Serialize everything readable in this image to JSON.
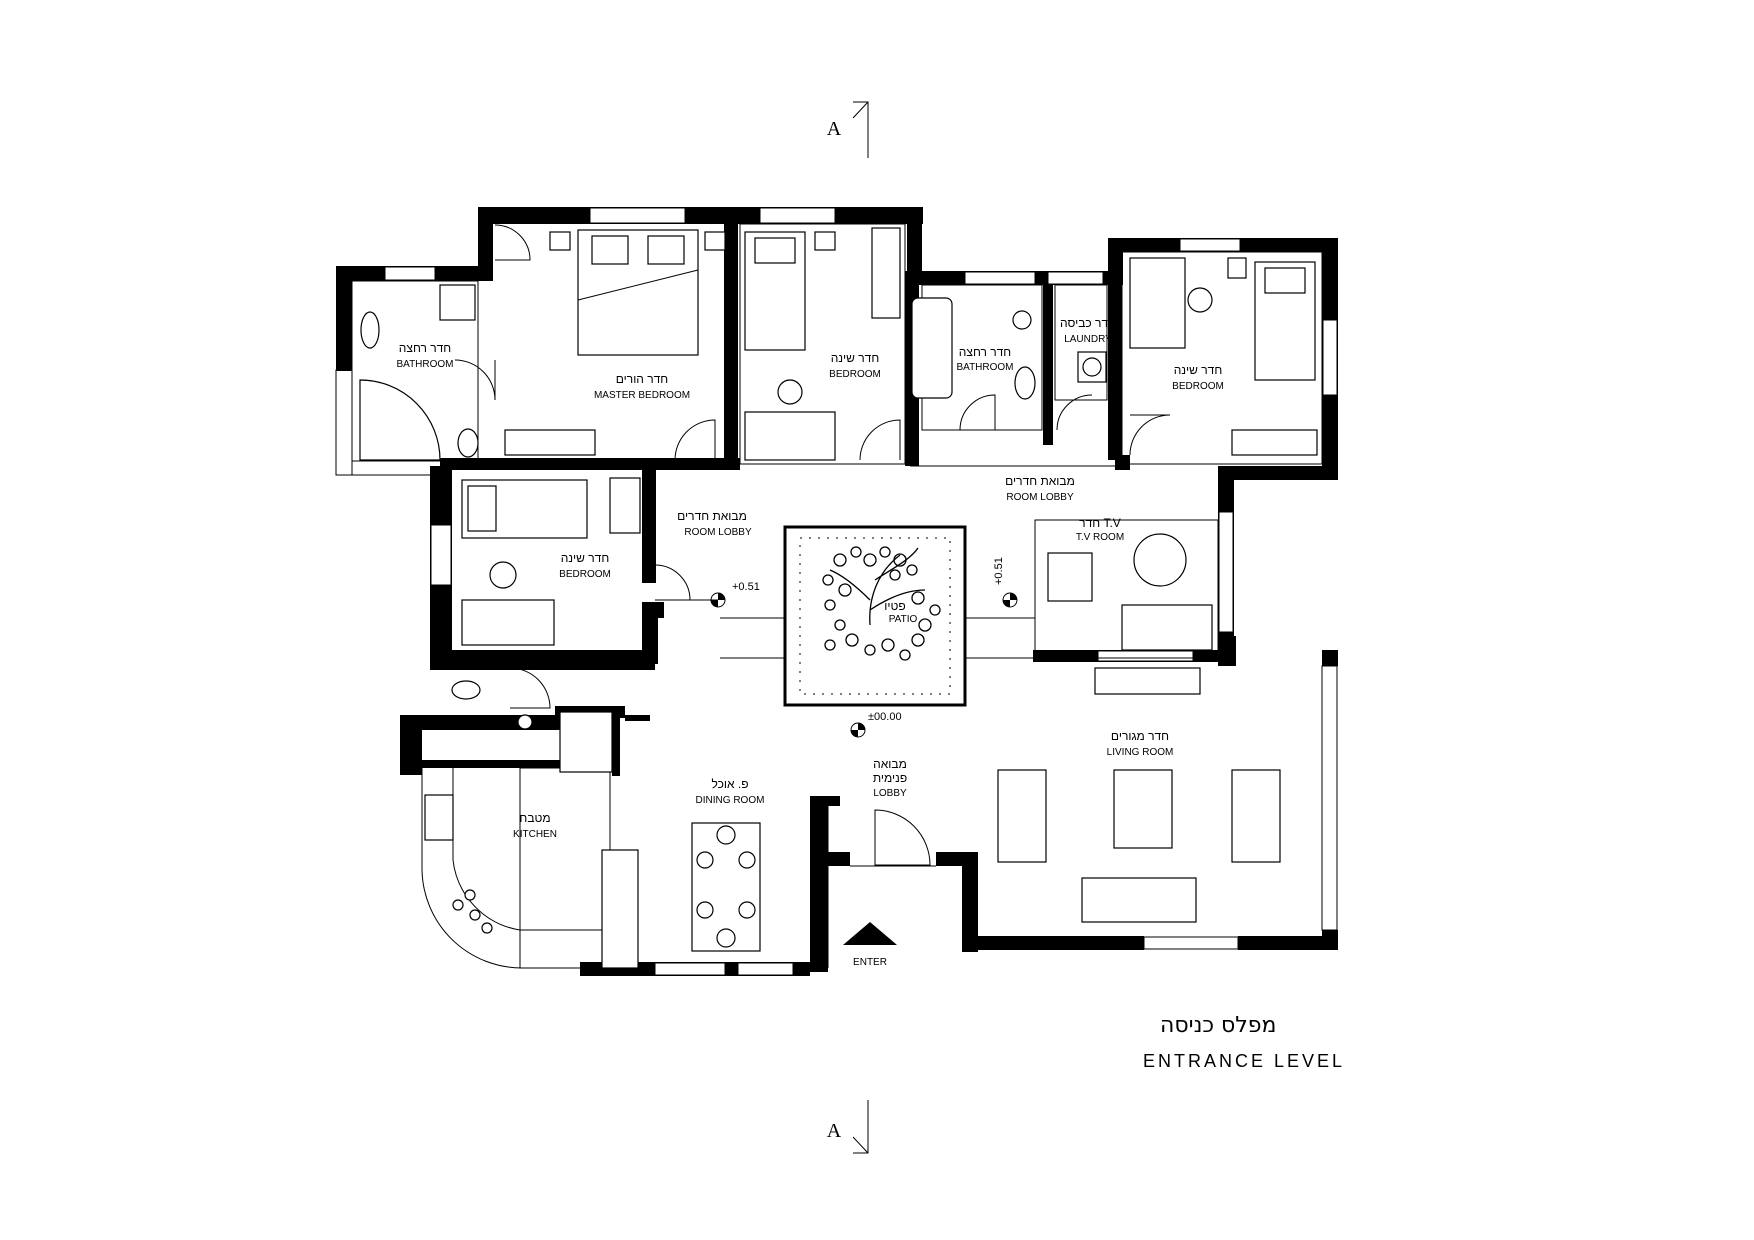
{
  "section_marks": {
    "top": "A",
    "bottom": "A"
  },
  "title": {
    "hebrew": "מפלס כניסה",
    "english": "ENTRANCE LEVEL"
  },
  "rooms": {
    "bath_left": {
      "he": "חדר רחצה",
      "en": "BATHROOM"
    },
    "master": {
      "he": "חדר הורים",
      "en": "MASTER BEDROOM"
    },
    "bedroom_top": {
      "he": "חדר שינה",
      "en": "BEDROOM"
    },
    "bath_mid": {
      "he": "חדר רחצה",
      "en": "BATHROOM"
    },
    "laundry": {
      "he": "חדר כביסה",
      "en": "LAUNDRY"
    },
    "bedroom_right": {
      "he": "חדר שינה",
      "en": "BEDROOM"
    },
    "lobby_right": {
      "he": "מבואת חדרים",
      "en": "ROOM LOBBY"
    },
    "tv": {
      "he": "חדר T.V",
      "en": "T.V ROOM"
    },
    "lobby_left": {
      "he": "מבואת חדרים",
      "en": "ROOM LOBBY"
    },
    "bedroom_left": {
      "he": "חדר שינה",
      "en": "BEDROOM"
    },
    "patio": {
      "he": "פטיו",
      "en": "PATIO"
    },
    "living": {
      "he": "חדר מגורים",
      "en": "LIVING ROOM"
    },
    "dining": {
      "he": "פ. אוכל",
      "en": "DINING ROOM"
    },
    "entry": {
      "he1": "מבואה",
      "he2": "פנימית",
      "en": "LOBBY"
    },
    "kitchen": {
      "he": "מטבח",
      "en": "KITCHEN"
    }
  },
  "levels": {
    "lobby_left": "+0.51",
    "lobby_right": "+0.51",
    "entry": "±00.00"
  },
  "enter_label": "ENTER"
}
